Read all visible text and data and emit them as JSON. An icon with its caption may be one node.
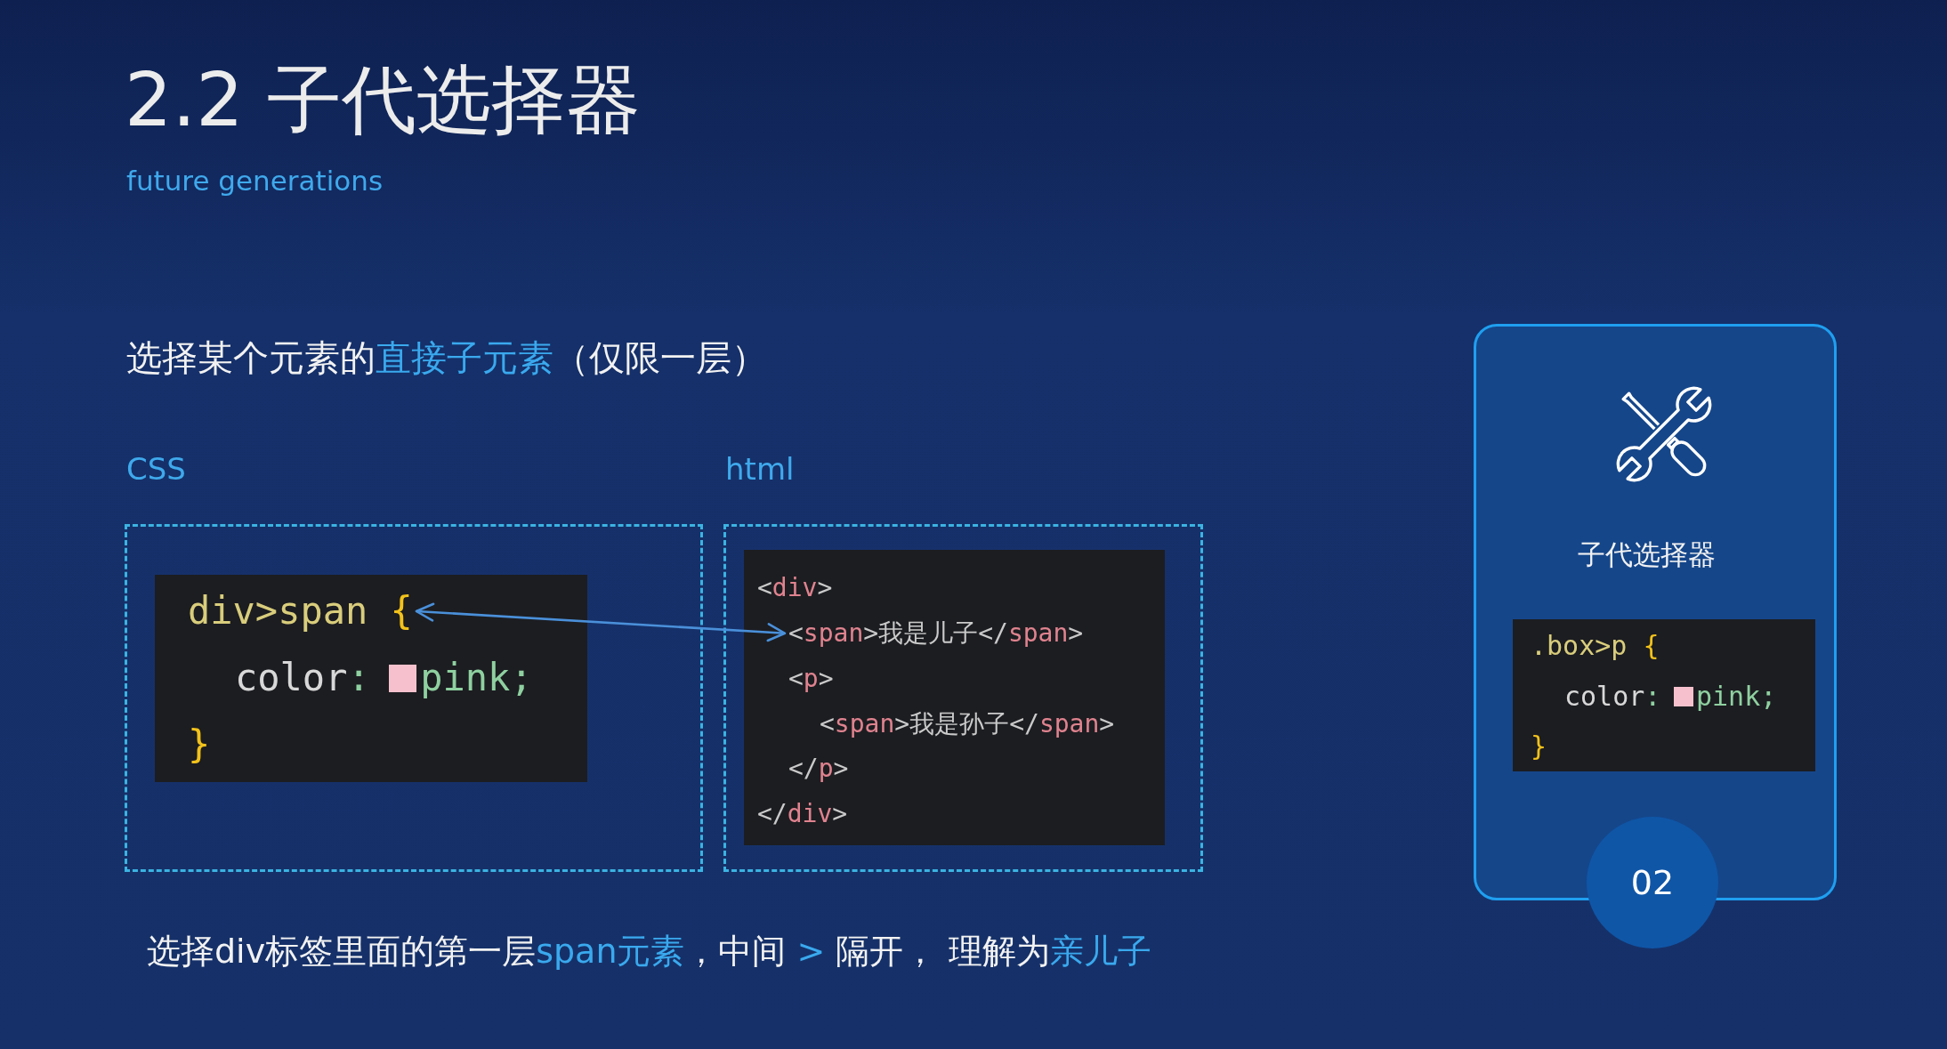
{
  "diagram": {
    "title": "2.2 子代选择器",
    "nodes": [
      {
        "text": [
          "CSS"
        ]
      },
      {
        "text": [
          "color:",
          "pink;",
          "}"
        ],
        "in": 0
      },
      {
        "text": [
          "div>span {"
        ],
        "in": 1
      },
      {
        "text": [
          "html"
        ]
      },
      {
        "text": [
          "<div>",
          "<p>",
          "<span>我是孙子</span>",
          "</p>",
          "</div>"
        ],
        "in": 3
      },
      {
        "text": [
          "<span>我是儿子</span>"
        ],
        "in": 4
      },
      {
        "text": [
          "子代选择器"
        ]
      },
      {
        "text": [
          ".box>p {",
          "color:",
          "pink;",
          "}"
        ],
        "in": 6
      },
      {
        "text": [
          "02"
        ]
      }
    ],
    "edges": [
      {
        "from": 2,
        "to": 5,
        "arrow": "both"
      }
    ],
    "labels": [
      "future generations",
      "选择某个元素的**直接子元素**（仅限一层）",
      "选择div标签里面的第一层**span元素**，中间 **>** 隔开， 理解为**亲儿子**"
    ]
  }
}
